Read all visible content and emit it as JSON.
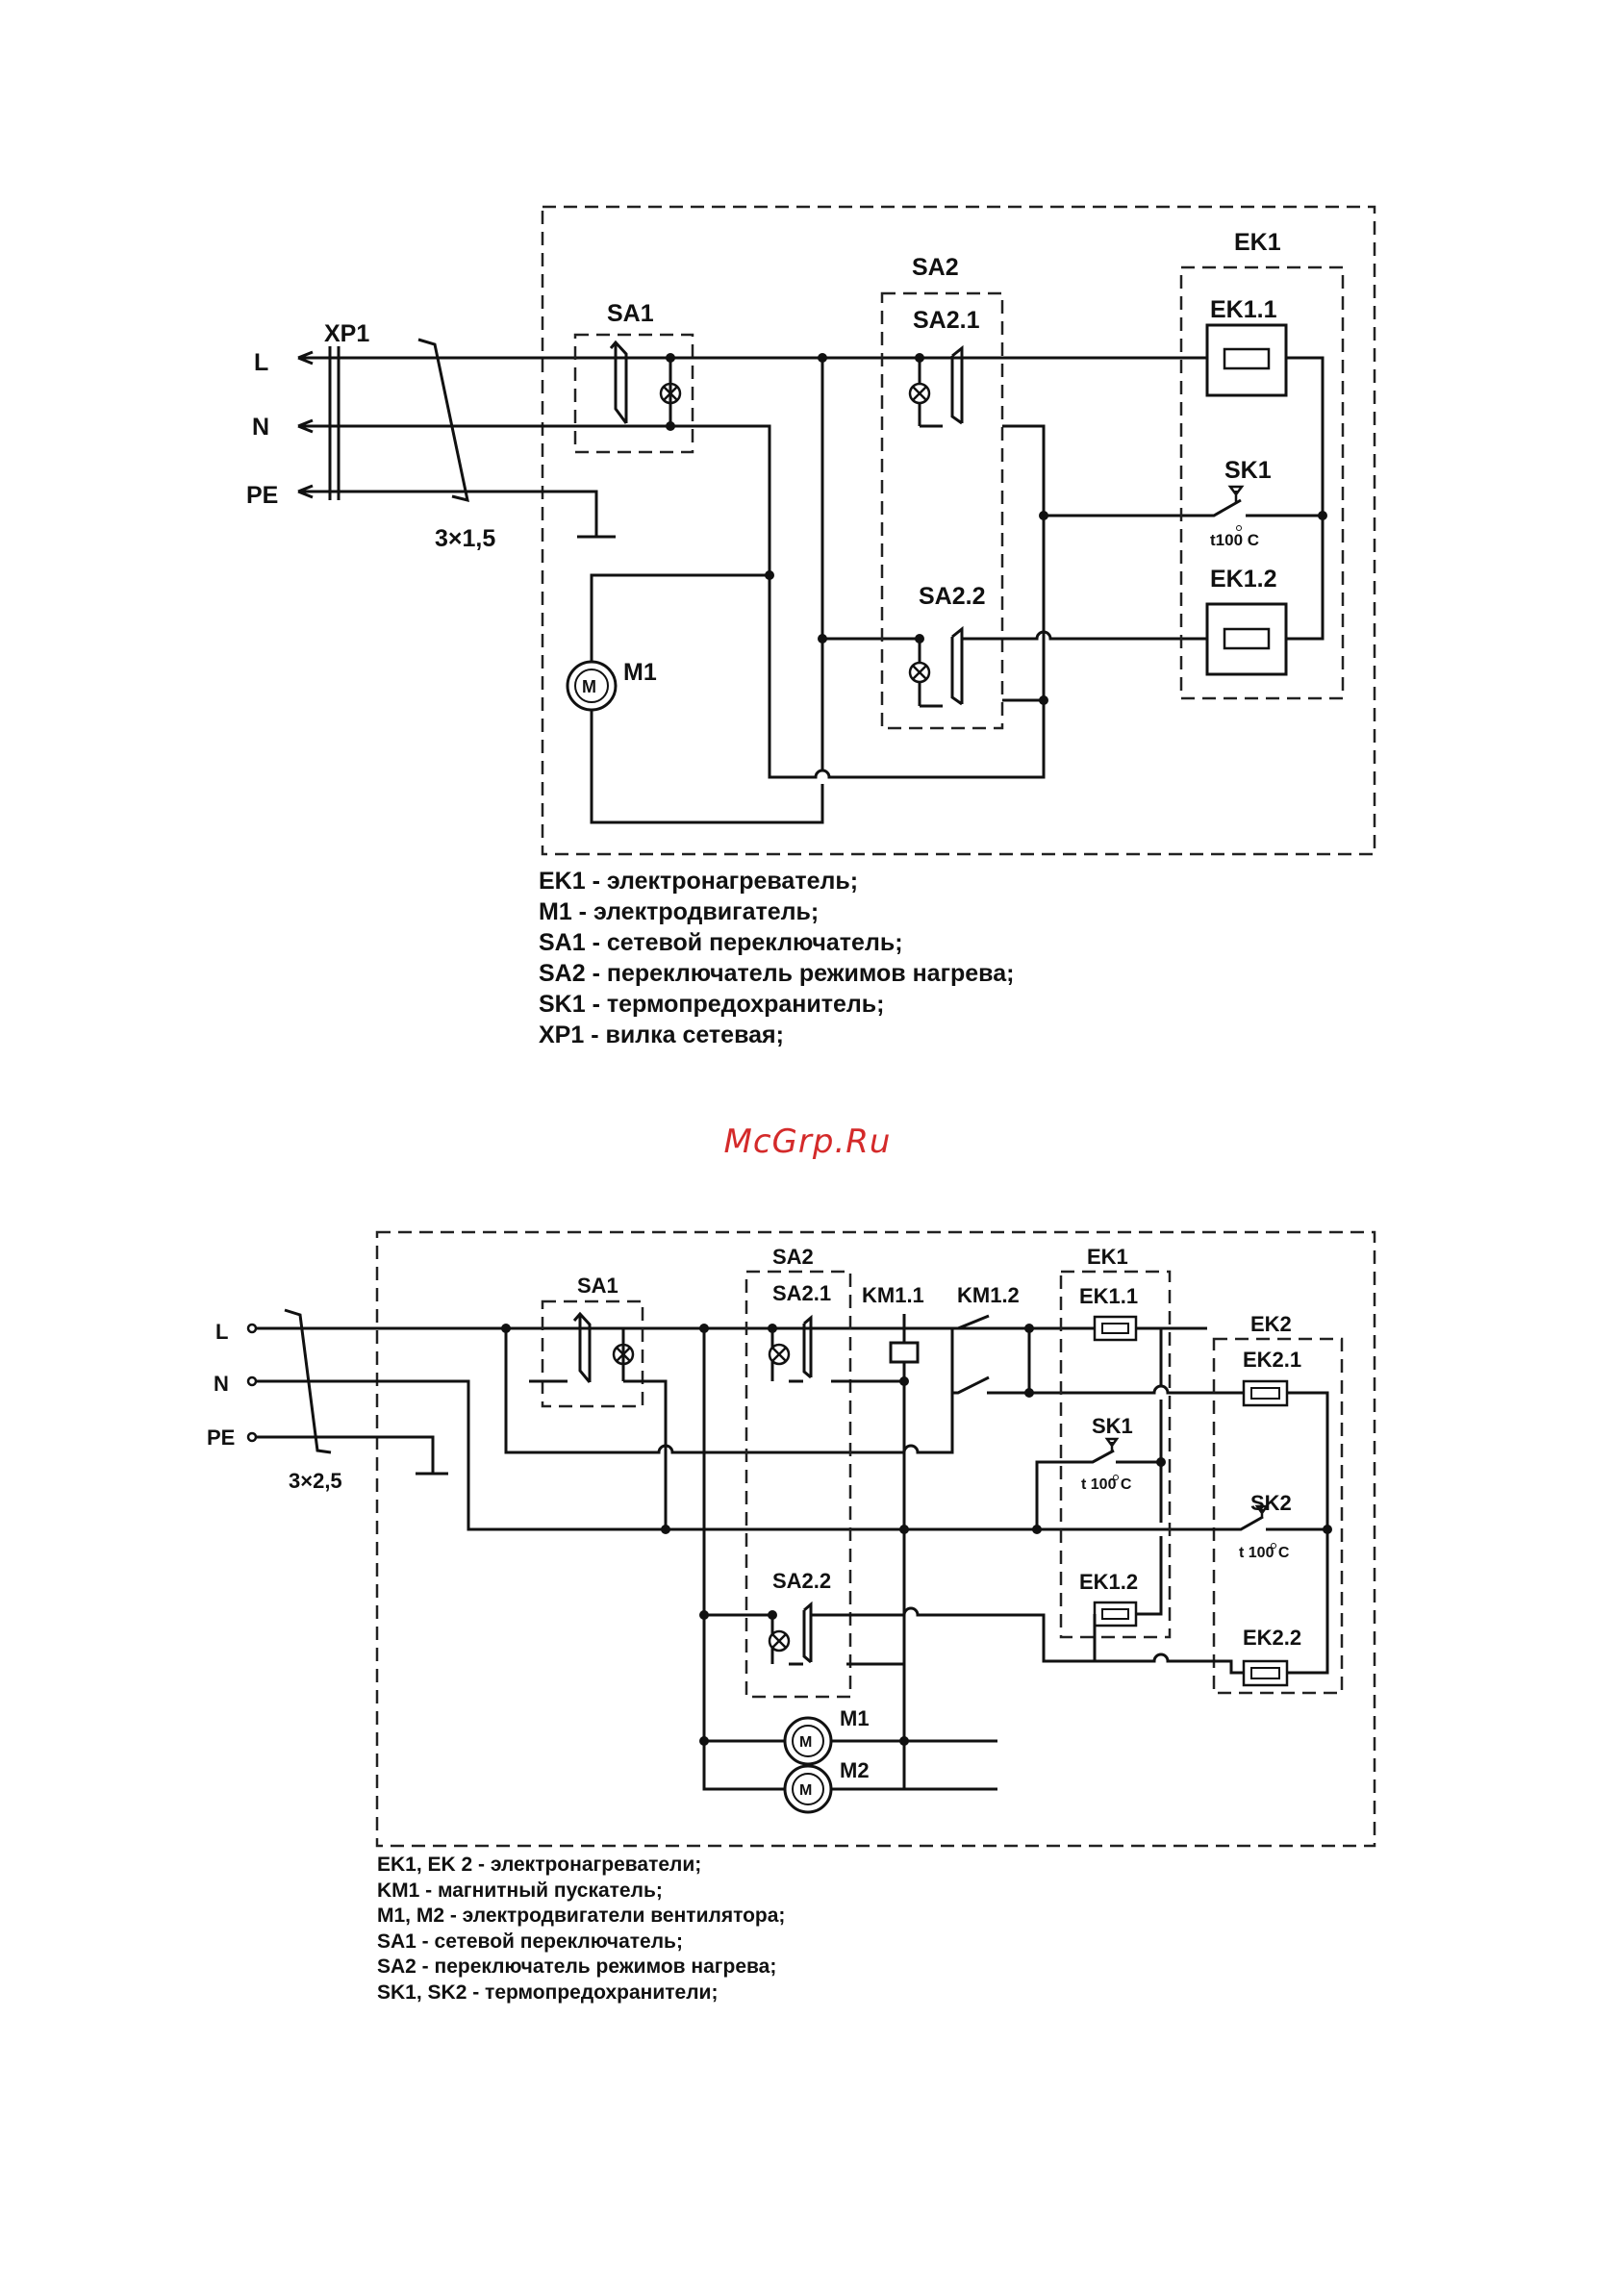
{
  "watermark": "McGrp.Ru",
  "diagram1": {
    "labels": {
      "L": "L",
      "N": "N",
      "PE": "PE",
      "XP1": "XP1",
      "cable": "3×1,5",
      "SA1": "SA1",
      "SA2": "SA2",
      "SA2_1": "SA2.1",
      "SA2_2": "SA2.2",
      "EK1": "EK1",
      "EK1_1": "EK1.1",
      "EK1_2": "EK1.2",
      "SK1": "SK1",
      "SK1_temp": "t100 C",
      "M1": "M1",
      "motor": "M"
    },
    "legend": [
      "EK1 - электронагреватель;",
      "M1 - электродвигатель;",
      "SA1 - сетевой переключатель;",
      "SA2 - переключатель режимов нагрева;",
      "SK1 - термопредохранитель;",
      "XP1 - вилка сетевая;"
    ]
  },
  "diagram2": {
    "labels": {
      "L": "L",
      "N": "N",
      "PE": "PE",
      "cable": "3×2,5",
      "SA1": "SA1",
      "SA2": "SA2",
      "SA2_1": "SA2.1",
      "SA2_2": "SA2.2",
      "KM1_1": "KM1.1",
      "KM1_2": "KM1.2",
      "EK1": "EK1",
      "EK1_1": "EK1.1",
      "EK1_2": "EK1.2",
      "EK2": "EK2",
      "EK2_1": "EK2.1",
      "EK2_2": "EK2.2",
      "SK1": "SK1",
      "SK1_temp": "t 100 C",
      "SK2": "SK2",
      "SK2_temp": "t 100 C",
      "M1": "M1",
      "M2": "M2",
      "motor": "M"
    },
    "legend": [
      "EK1, EK 2 - электронагреватели;",
      "KM1 - магнитный пускатель;",
      "M1, M2 - электродвигатели вентилятора;",
      "SA1 - сетевой переключатель;",
      "SA2 - переключатель режимов нагрева;",
      "SK1, SK2 - термопредохранители;"
    ]
  }
}
